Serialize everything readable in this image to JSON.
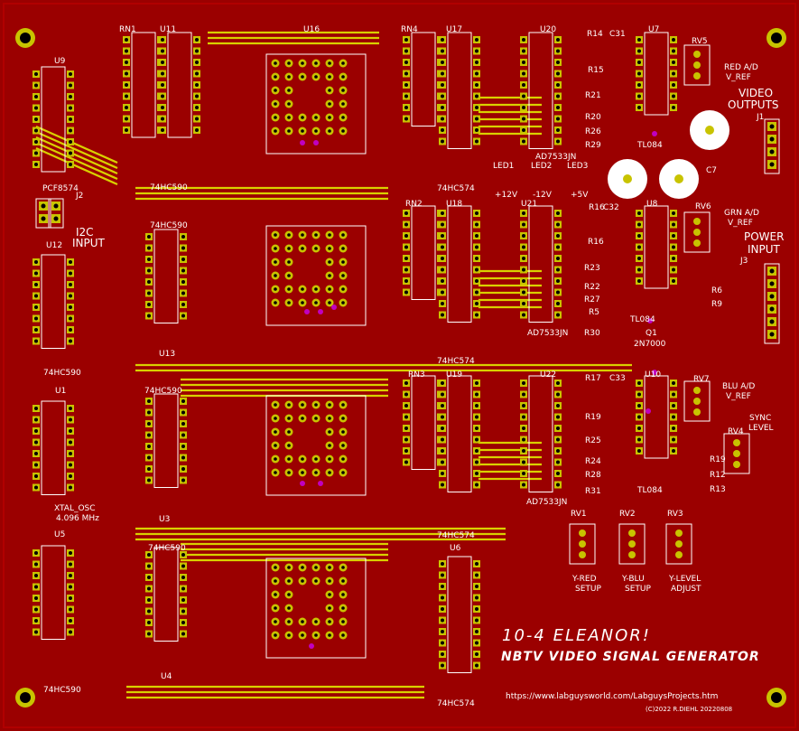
{
  "board": {
    "title": "10-4 ELEANOR!",
    "subtitle": "NBTV VIDEO SIGNAL GENERATOR",
    "url": "https://www.labguysworld.com/LabguysProjects.htm",
    "copyright": "(C)2022 R.DIEHL 20220808",
    "colors": {
      "board": "#9b0000",
      "copper": "#d9d000",
      "pad": "#c8c300",
      "hole": "#000000",
      "silk": "#ffffff",
      "via": "#c000c0"
    }
  },
  "sections": {
    "video_outputs": {
      "line1": "VIDEO",
      "line2": "OUTPUTS"
    },
    "power_input": {
      "line1": "POWER",
      "line2": "INPUT"
    },
    "i2c_input": {
      "line1": "I2C",
      "line2": "INPUT"
    },
    "red_ad": {
      "line1": "RED A/D",
      "line2": "V_REF"
    },
    "grn_ad": {
      "line1": "GRN A/D",
      "line2": "V_REF"
    },
    "blu_ad": {
      "line1": "BLU A/D",
      "line2": "V_REF"
    },
    "sync": {
      "line1": "SYNC",
      "line2": "LEVEL"
    },
    "osc": {
      "line1": "XTAL_OSC",
      "line2": "4.096 MHz"
    },
    "setup_red": {
      "line1": "Y-RED",
      "line2": "SETUP"
    },
    "setup_blu": {
      "line1": "Y-BLU",
      "line2": "SETUP"
    },
    "level_adj": {
      "line1": "Y-LEVEL",
      "line2": "ADJUST"
    }
  },
  "refdes": {
    "U9": "U9",
    "RN1": "RN1",
    "U11": "U11",
    "U16": "U16",
    "RN4": "RN4",
    "U17": "U17",
    "U20": "U20",
    "R14": "R14",
    "C31": "C31",
    "U7": "U7",
    "RV5": "RV5",
    "R15": "R15",
    "R21": "R21",
    "R20": "R20",
    "R26": "R26",
    "R29": "R29",
    "TL084a": "TL084",
    "J1": "J1",
    "C7": "C7",
    "PCF": "PCF8574",
    "J2": "J2",
    "LED1": "LED1",
    "LED2": "LED2",
    "LED3": "LED3",
    "p12v": "+12V",
    "p12v2": "-12V",
    "p5v": "+5V",
    "U12": "U12",
    "HC590a": "74HC590",
    "RN2": "RN2",
    "U18": "U18",
    "U21": "U21",
    "R16": "R16",
    "C32": "C32",
    "U8": "U8",
    "RV6": "RV6",
    "J3": "J3",
    "R23": "R23",
    "R22": "R22",
    "R27": "R27",
    "R5": "R5",
    "R30": "R30",
    "R6": "R6",
    "R9": "R9",
    "TL084b": "TL084",
    "Q1": "Q1",
    "Q1t": "2N7000",
    "U13": "U13",
    "HC574a": "74HC574",
    "AD1": "AD7533JN",
    "AD2": "AD7533JN",
    "AD3": "AD7533JN",
    "U1": "U1",
    "HC590b": "74HC590",
    "RN3": "RN3",
    "U19": "U19",
    "U22": "U22",
    "R17": "R17",
    "C33": "C33",
    "U10": "U10",
    "RV7": "RV7",
    "R19": "R19",
    "R25": "R25",
    "R24": "R24",
    "R28": "R28",
    "R31": "R31",
    "RV4": "RV4",
    "R12": "R12",
    "R13": "R13",
    "TL084c": "TL084",
    "U3": "U3",
    "HC574b": "74HC574",
    "HC574c": "74HC574",
    "HC574d": "74HC574",
    "HC590c": "74HC590",
    "HC590d": "74HC590",
    "HC590e": "74HC590",
    "HC590f": "74HC590",
    "U5": "U5",
    "U4": "U4",
    "U6": "U6",
    "RV1": "RV1",
    "RV2": "RV2",
    "RV3": "RV3",
    "HC574t": "74HC574",
    "HC574u": "74HC574"
  }
}
